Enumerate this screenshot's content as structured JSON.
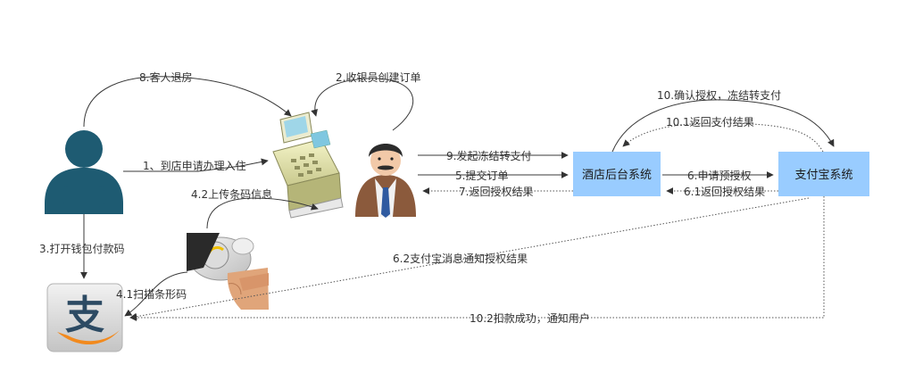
{
  "nodes": {
    "hotel_system": "酒店后台系统",
    "alipay_system": "支付宝系统",
    "alipay_logo_glyph": "支"
  },
  "edges": {
    "e1": "1、到店申请办理入住",
    "e2": "2.收银员创建订单",
    "e3": "3.打开钱包付款码",
    "e41": "4.1扫描条形码",
    "e42": "4.2上传条码信息",
    "e5": "5.提交订单",
    "e6": "6.申请预授权",
    "e61": "6.1返回授权结果",
    "e62": "6.2支付宝消息通知授权结果",
    "e7": "7.返回授权结果",
    "e8": "8.客人退房",
    "e9": "9.发起冻结转支付",
    "e10": "10.确认授权，冻结转支付",
    "e101": "10.1返回支付结果",
    "e102": "10.2扣款成功，通知用户"
  },
  "colors": {
    "system_box": "#99ccff",
    "person": "#1e5b72",
    "alipay_logo_bg": "#d8d8d8",
    "alipay_orange": "#f28a1e",
    "alipay_blue": "#2c4a63"
  },
  "icons": [
    "person-icon",
    "cash-register-icon",
    "cashier-icon",
    "barcode-scanner-icon",
    "alipay-logo-icon"
  ]
}
